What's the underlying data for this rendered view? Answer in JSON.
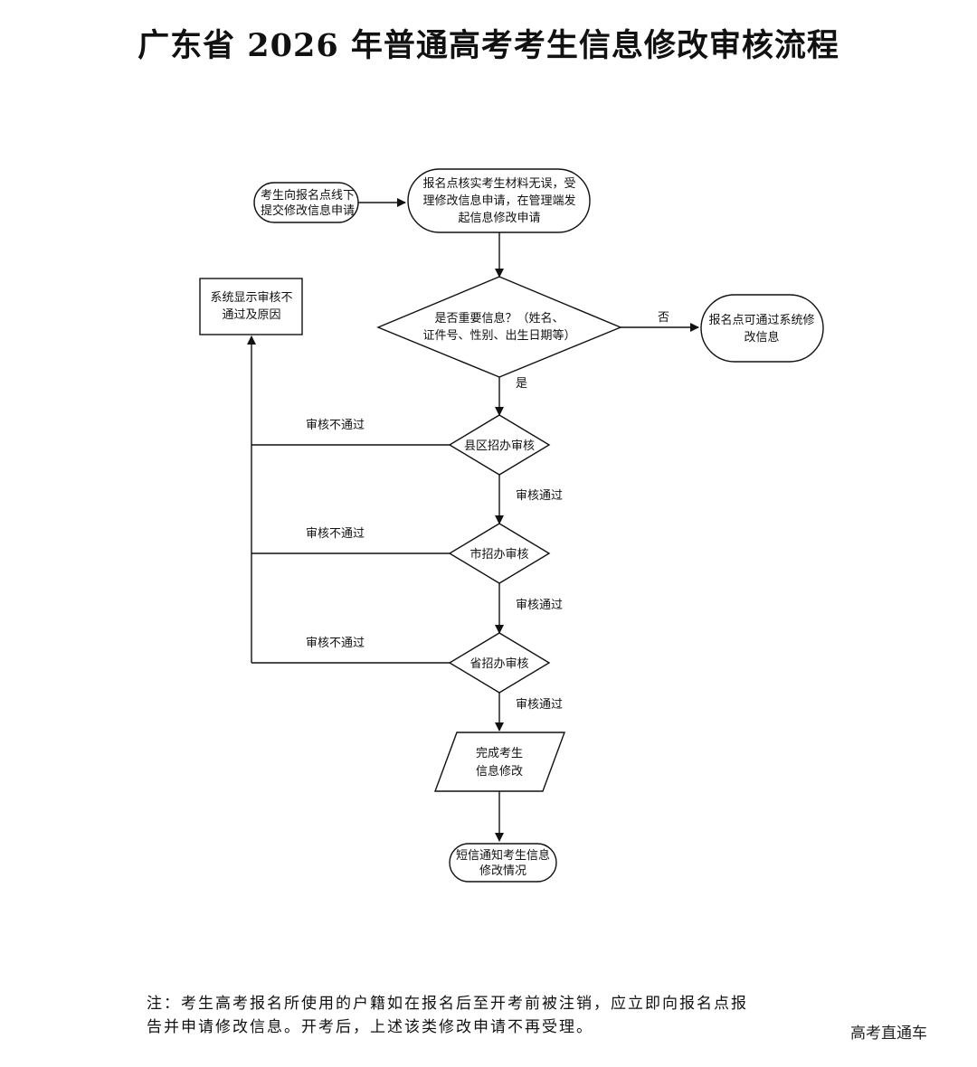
{
  "title": "广东省 2026 年普通高考考生信息修改审核流程",
  "nodes": {
    "submit": [
      "考生向报名点线下",
      "提交修改信息申请"
    ],
    "verify": [
      "报名点核实考生材料无误，受",
      "理修改信息申请，在管理端发",
      "起信息修改申请"
    ],
    "decision": [
      "是否重要信息？（姓名、",
      "证件号、性别、出生日期等）"
    ],
    "site_modify": [
      "报名点可通过系统修",
      "改信息"
    ],
    "reject_display": [
      "系统显示审核不",
      "通过及原因"
    ],
    "county": "县区招办审核",
    "city": "市招办审核",
    "province": "省招办审核",
    "complete": [
      "完成考生",
      "信息修改"
    ],
    "sms": [
      "短信通知考生信息",
      "修改情况"
    ]
  },
  "edges": {
    "no": "否",
    "yes": "是",
    "reject": "审核不通过",
    "pass": "审核通过"
  },
  "note": [
    "注：考生高考报名所使用的户籍如在报名后至开考前被注销，应立即向报名点报",
    "告并申请修改信息。开考后，上述该类修改申请不再受理。"
  ],
  "watermark": "高考直通车"
}
